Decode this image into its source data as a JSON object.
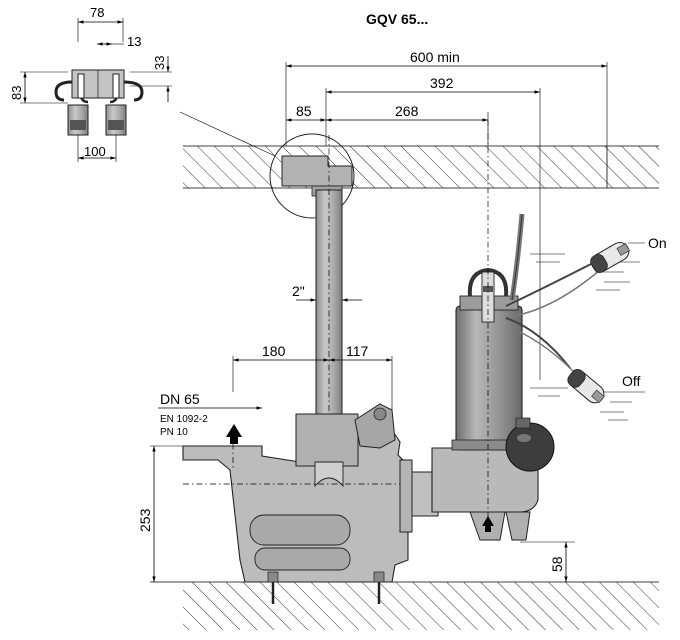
{
  "title": "GQV 65...",
  "dimensions": {
    "top_width": "78",
    "top_gap": "13",
    "top_offset": "33",
    "side_height": "83",
    "bracket_spacing": "100",
    "min_distance": "600 min",
    "pump_axis": "392",
    "pipe_axis": "268",
    "wall_offset": "85",
    "pipe_size": "2\"",
    "base_left": "180",
    "base_right": "117",
    "flange_height": "253",
    "pump_clearance": "58"
  },
  "flange": {
    "size": "DN 65",
    "standard": "EN 1092-2",
    "pressure": "PN 10"
  },
  "float_switch": {
    "on_label": "On",
    "off_label": "Off"
  },
  "colors": {
    "metal": "#b5b5b5",
    "metal_dark": "#8c8c8c",
    "motor": "#9a9a9a",
    "float_body": "#555555"
  }
}
